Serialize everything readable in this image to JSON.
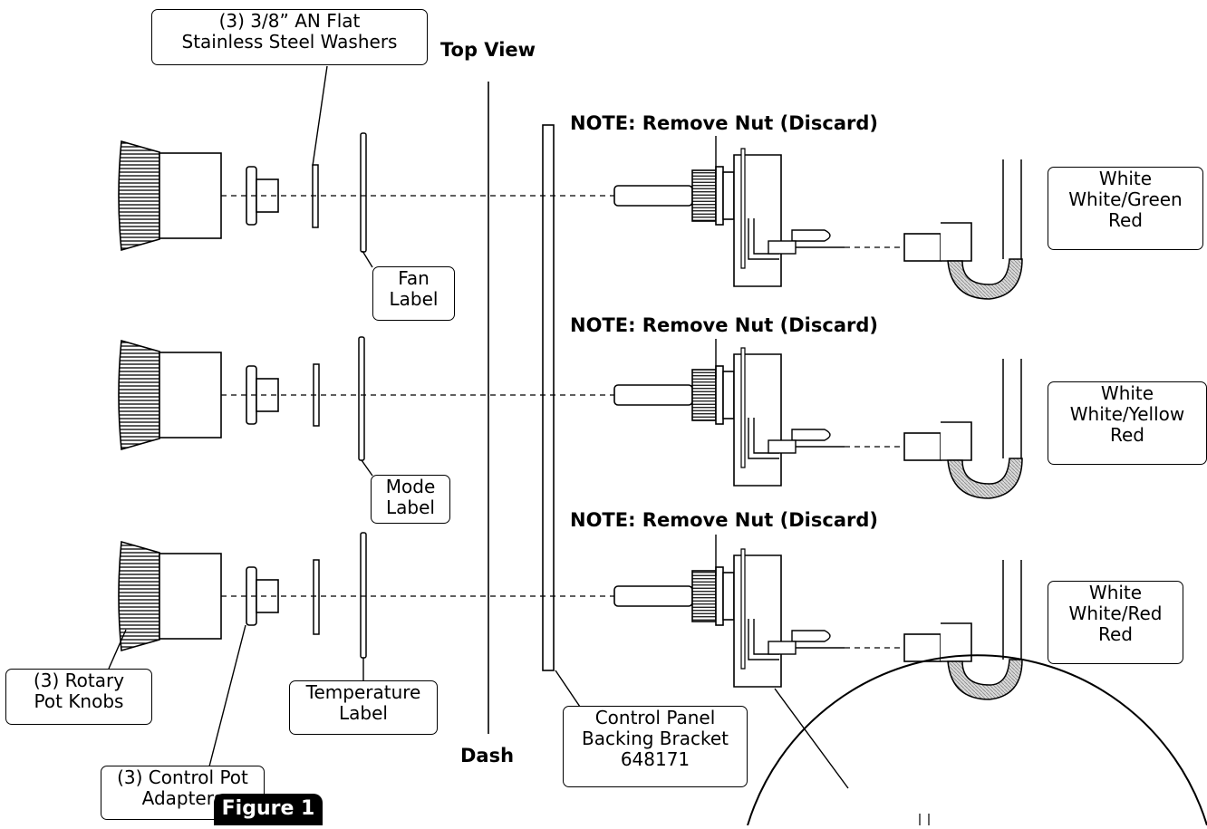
{
  "header": {
    "view_title": "Top View"
  },
  "footer": {
    "figure_label": "Figure 1",
    "dash_label": "Dash"
  },
  "notes": [
    "NOTE: Remove Nut (Discard)",
    "NOTE: Remove Nut (Discard)",
    "NOTE: Remove Nut (Discard)"
  ],
  "callouts": {
    "washers": [
      "(3) 3/8” AN Flat",
      "Stainless Steel Washers"
    ],
    "fan_label": [
      "Fan",
      "Label"
    ],
    "mode_label": [
      "Mode",
      "Label"
    ],
    "temperature_label": [
      "Temperature",
      "Label"
    ],
    "knobs": [
      "(3) Rotary",
      "Pot Knobs"
    ],
    "adapters": [
      "(3) Control Pot",
      "Adapters"
    ],
    "bracket": [
      "Control Panel",
      "Backing Bracket",
      "648171"
    ]
  },
  "wire_sets": [
    [
      "White",
      "White/Green",
      "Red"
    ],
    [
      "White",
      "White/Yellow",
      "Red"
    ],
    [
      "White",
      "White/Red",
      "Red"
    ]
  ]
}
